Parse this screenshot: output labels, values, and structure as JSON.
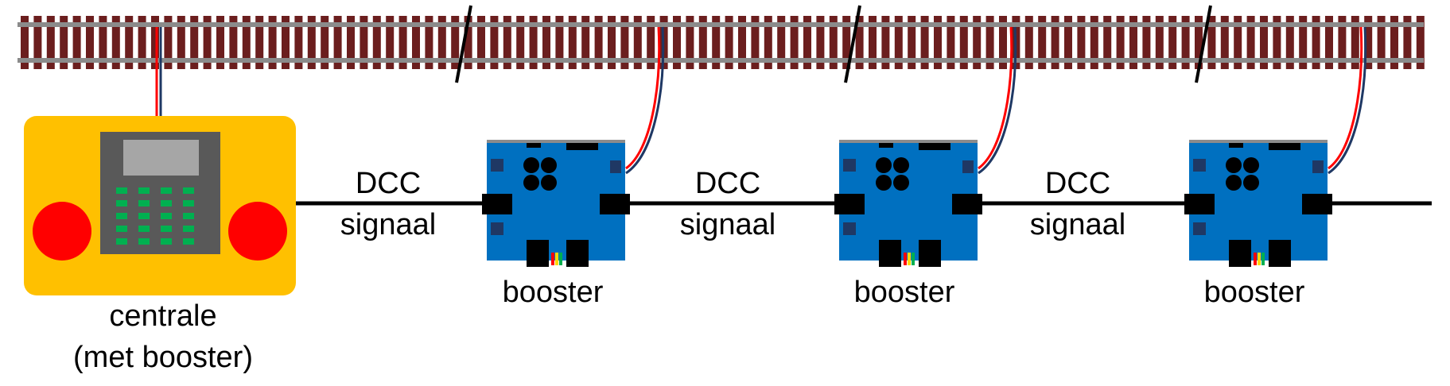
{
  "labels": {
    "centrale_line1": "centrale",
    "centrale_line2": "(met booster)",
    "dcc_1": "DCC",
    "signaal_1": "signaal",
    "dcc_2": "DCC",
    "signaal_2": "signaal",
    "dcc_3": "DCC",
    "signaal_3": "signaal",
    "booster_1": "booster",
    "booster_2": "booster",
    "booster_3": "booster"
  },
  "colors": {
    "rail": "#8b8b8b",
    "sleeper": "#6b1e1e",
    "centrale_body": "#ffc000",
    "centrale_panel": "#595959",
    "centrale_screen": "#a6a6a6",
    "centrale_keys": "#00b050",
    "centrale_knobs": "#ff0000",
    "booster_body": "#0070c0",
    "booster_pads": "#1f3864",
    "wire_red": "#ff0000",
    "wire_dark": "#1f3864",
    "bus_line": "#000000"
  }
}
